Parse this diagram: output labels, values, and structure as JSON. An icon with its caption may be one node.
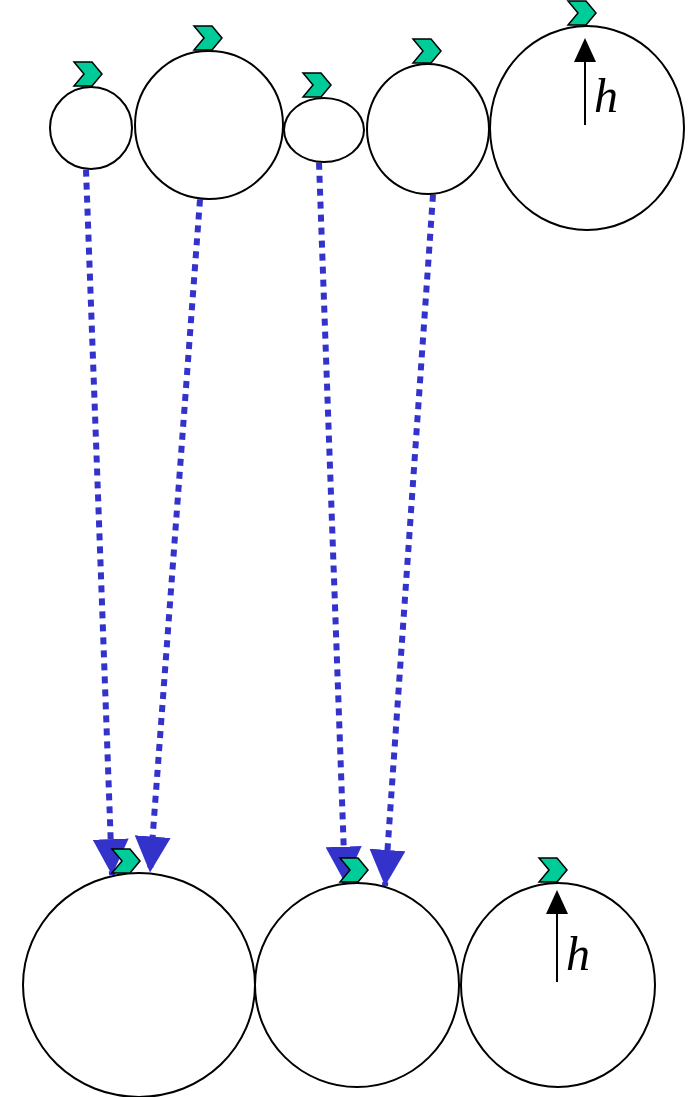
{
  "diagram": {
    "nodes": [
      {
        "text": [],
        "shape": "circle"
      },
      {
        "text": [],
        "shape": "circle"
      },
      {
        "text": [],
        "shape": "circle"
      },
      {
        "text": [],
        "shape": "circle"
      },
      {
        "text": [],
        "shape": "circle"
      },
      {
        "text": [],
        "shape": "circle"
      },
      {
        "text": [],
        "shape": "circle"
      },
      {
        "text": [],
        "shape": "circle"
      }
    ],
    "edges": [
      {
        "from": 0,
        "to": 5,
        "arrow": "to",
        "style": "dashed"
      },
      {
        "from": 1,
        "to": 5,
        "arrow": "to",
        "style": "dashed"
      },
      {
        "from": 2,
        "to": 6,
        "arrow": "to",
        "style": "dashed"
      },
      {
        "from": 3,
        "to": 6,
        "arrow": "to",
        "style": "dashed"
      }
    ],
    "labels": [
      "h",
      "h"
    ]
  }
}
